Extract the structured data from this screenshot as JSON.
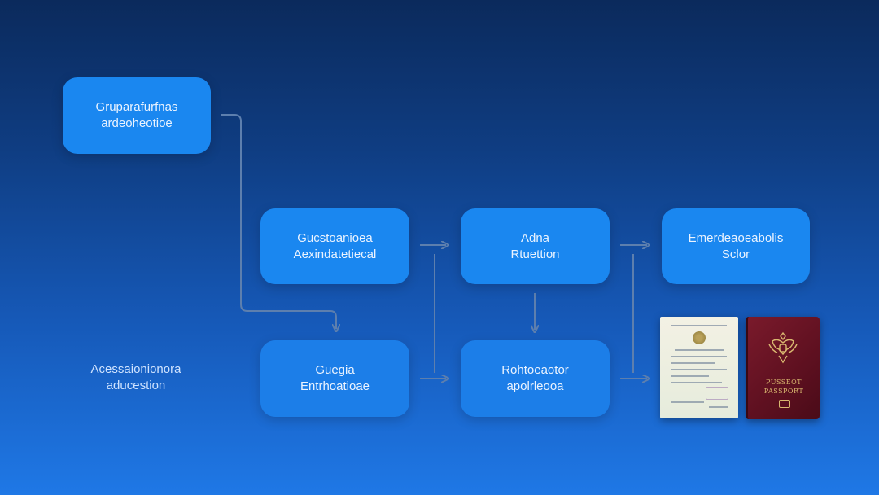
{
  "colors": {
    "node_fill_bright": "#1a87f0",
    "node_fill_soft": "#1c7ee8",
    "connector": "#5d7fae",
    "background_top": "#0b2a5c",
    "background_bottom": "#1f78e6"
  },
  "nodes": {
    "start": {
      "line1": "Gruparafurfnas",
      "line2": "ardeoheotioe"
    },
    "r1a": {
      "line1": "Gucstoanioea",
      "line2": "Aexindatetiecal"
    },
    "r1b": {
      "line1": "Adna",
      "line2": "Rtuettion"
    },
    "r1c": {
      "line1": "Emerdeaoeabolis",
      "line2": "Sclor"
    },
    "r2a": {
      "line1": "Guegia",
      "line2": "Entrhoatioae"
    },
    "r2b": {
      "line1": "Rohtoeaotor",
      "line2": "apolrleooa"
    }
  },
  "side_label": {
    "line1": "Acessaionionora",
    "line2": "aducestion"
  },
  "documents": {
    "certificate_icon": "certificate-document-icon",
    "passport_icon": "passport-icon",
    "passport_line1": "PUSSEOT",
    "passport_line2": "PASSPORT"
  }
}
